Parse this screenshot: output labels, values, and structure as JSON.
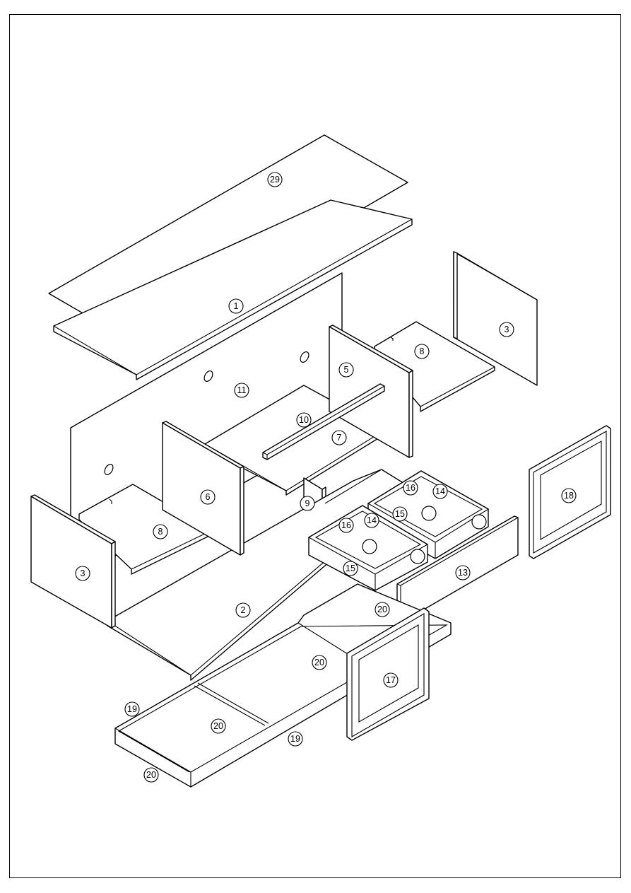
{
  "callouts": [
    {
      "id": "c29",
      "label": "29"
    },
    {
      "id": "c1",
      "label": "1"
    },
    {
      "id": "c3r",
      "label": "3"
    },
    {
      "id": "c8r",
      "label": "8"
    },
    {
      "id": "c5",
      "label": "5"
    },
    {
      "id": "c11",
      "label": "11"
    },
    {
      "id": "c10",
      "label": "10"
    },
    {
      "id": "c7",
      "label": "7"
    },
    {
      "id": "c6",
      "label": "6"
    },
    {
      "id": "c9",
      "label": "9"
    },
    {
      "id": "c8l",
      "label": "8"
    },
    {
      "id": "c3l",
      "label": "3"
    },
    {
      "id": "c16a",
      "label": "16"
    },
    {
      "id": "c14a",
      "label": "14"
    },
    {
      "id": "c15a",
      "label": "15"
    },
    {
      "id": "c16b",
      "label": "16"
    },
    {
      "id": "c14b",
      "label": "14"
    },
    {
      "id": "c15b",
      "label": "15"
    },
    {
      "id": "c18",
      "label": "18"
    },
    {
      "id": "c13",
      "label": "13"
    },
    {
      "id": "c2",
      "label": "2"
    },
    {
      "id": "c20a",
      "label": "20"
    },
    {
      "id": "c20b",
      "label": "20"
    },
    {
      "id": "c17",
      "label": "17"
    },
    {
      "id": "c19a",
      "label": "19"
    },
    {
      "id": "c20c",
      "label": "20"
    },
    {
      "id": "c19b",
      "label": "19"
    },
    {
      "id": "c20d",
      "label": "20"
    }
  ]
}
